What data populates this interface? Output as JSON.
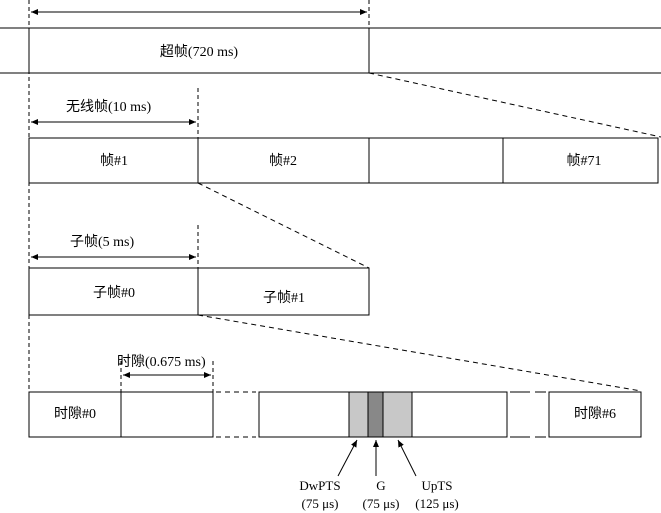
{
  "superframe": {
    "label": "超帧(720 ms)"
  },
  "radio_frame": {
    "dimension_label": "无线帧(10 ms)",
    "frames": [
      "帧#1",
      "帧#2",
      "",
      "帧#71"
    ]
  },
  "subframe": {
    "dimension_label": "子帧(5 ms)",
    "subframes": [
      "子帧#0",
      "子帧#1"
    ]
  },
  "timeslot": {
    "dimension_label": "时隙(0.675 ms)",
    "first_slot": "时隙#0",
    "last_slot": "时隙#6"
  },
  "special_fields": {
    "dwpts": {
      "name": "DwPTS",
      "duration": "(75 μs)"
    },
    "gp": {
      "name": "G",
      "duration": "(75 μs)"
    },
    "upts": {
      "name": "UpTS",
      "duration": "(125 μs)"
    }
  },
  "colors": {
    "stroke": "#000000",
    "dwpts_fill": "#c8c8c8",
    "gp_fill": "#888888",
    "upts_fill": "#c8c8c8"
  }
}
